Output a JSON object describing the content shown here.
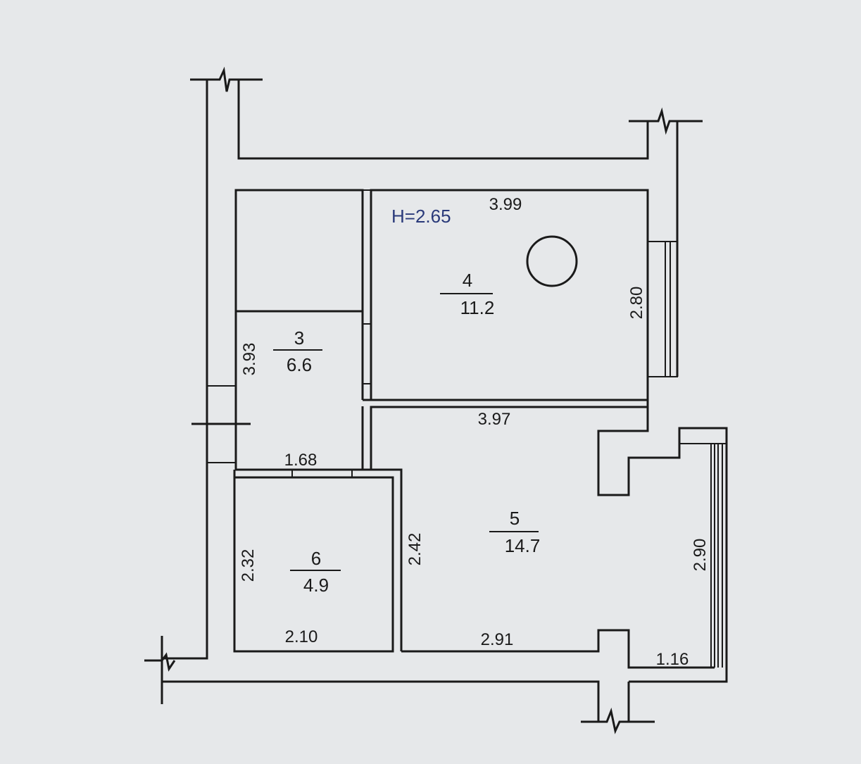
{
  "height_label": "H=2.65",
  "rooms": [
    {
      "number": "3",
      "area": "6.6"
    },
    {
      "number": "4",
      "area": "11.2"
    },
    {
      "number": "5",
      "area": "14.7"
    },
    {
      "number": "6",
      "area": "4.9"
    }
  ],
  "dimensions": {
    "room4_top": "3.99",
    "room4_right": "2.80",
    "room4_bottom": "3.97",
    "room3_left": "3.93",
    "room3_bottom": "1.68",
    "room6_left": "2.32",
    "room6_bottom": "2.10",
    "room5_left": "2.42",
    "room5_bottom": "2.91",
    "balcony_right": "2.90",
    "balcony_bottom": "1.16"
  },
  "colors": {
    "background": "#e6e8ea",
    "lines": "#1a1a1a",
    "height_text": "#2a3a7a"
  }
}
